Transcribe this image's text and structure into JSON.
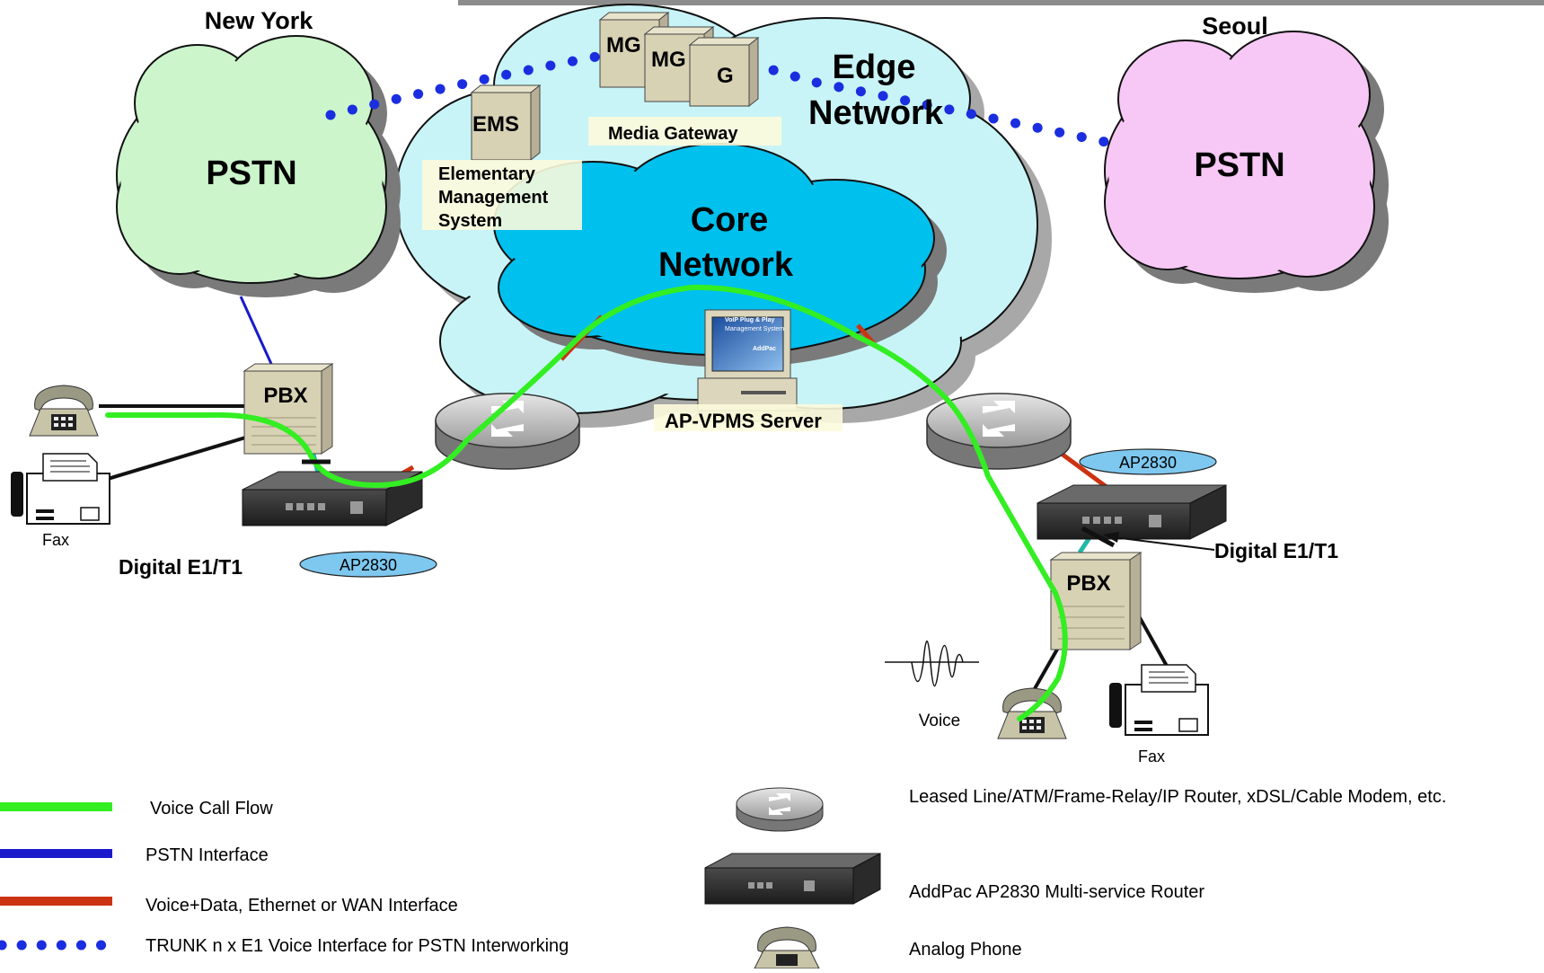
{
  "sites": {
    "left_city": "New York",
    "right_city": "Seoul"
  },
  "clouds": {
    "left_pstn": "PSTN",
    "right_pstn": "PSTN",
    "edge_line1": "Edge",
    "edge_line2": "Network",
    "core_line1": "Core",
    "core_line2": "Network"
  },
  "devices": {
    "mg1": "MG",
    "mg2": "MG",
    "mg3": "G",
    "ems": "EMS",
    "media_gateway": "Media Gateway",
    "ems_desc_1": "Elementary",
    "ems_desc_2": "Management",
    "ems_desc_3": "System",
    "server_label": "AP-VPMS Server",
    "server_screen_1": "VoIP Plug & Play",
    "server_screen_2": "Management System",
    "server_screen_3": "AddPac",
    "pbx_left": "PBX",
    "pbx_right": "PBX",
    "ap_left": "AP2830",
    "ap_right": "AP2830",
    "digital_left": "Digital E1/T1",
    "digital_right": "Digital E1/T1",
    "fax_left": "Fax",
    "fax_right": "Fax",
    "voice": "Voice"
  },
  "legend": {
    "voice_call_flow": "Voice Call Flow",
    "pstn_interface": "PSTN Interface",
    "voice_data": "Voice+Data, Ethernet or WAN Interface",
    "trunk": "TRUNK n x E1 Voice Interface for PSTN Interworking",
    "router": "Leased Line/ATM/Frame-Relay/IP Router, xDSL/Cable Modem, etc.",
    "ap2830": "AddPac AP2830 Multi-service Router",
    "phone": "Analog Phone"
  },
  "colors": {
    "voice_flow": "#33ee22",
    "pstn_interface": "#1a1acc",
    "voice_data": "#cc3311",
    "trunk": "#1a2ee0",
    "left_cloud": "#ccf5cc",
    "right_cloud": "#f7c8f5",
    "edge_cloud": "#c8f4f7",
    "core_cloud": "#00c0ee",
    "ap_badge": "#7ec8f0"
  }
}
